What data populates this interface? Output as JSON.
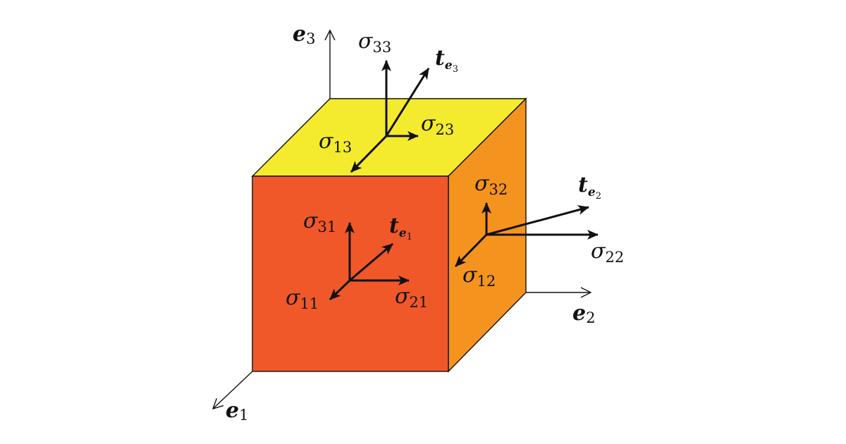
{
  "colors": {
    "face_front": "#F0582A",
    "face_top": "#F4EB2E",
    "face_side": "#F5931F",
    "edge": "#111111"
  },
  "axes": {
    "e1": {
      "symbol": "e",
      "sub": "1"
    },
    "e2": {
      "symbol": "e",
      "sub": "2"
    },
    "e3": {
      "symbol": "e",
      "sub": "3"
    }
  },
  "front_face": {
    "traction": {
      "symbol": "t",
      "sub": "e",
      "subsub": "1"
    },
    "sigma11": {
      "symbol": "σ",
      "sub": "11"
    },
    "sigma21": {
      "symbol": "σ",
      "sub": "21"
    },
    "sigma31": {
      "symbol": "σ",
      "sub": "31"
    }
  },
  "side_face": {
    "traction": {
      "symbol": "t",
      "sub": "e",
      "subsub": "2"
    },
    "sigma12": {
      "symbol": "σ",
      "sub": "12"
    },
    "sigma22": {
      "symbol": "σ",
      "sub": "22"
    },
    "sigma32": {
      "symbol": "σ",
      "sub": "32"
    }
  },
  "top_face": {
    "traction": {
      "symbol": "t",
      "sub": "e",
      "subsub": "3"
    },
    "sigma13": {
      "symbol": "σ",
      "sub": "13"
    },
    "sigma23": {
      "symbol": "σ",
      "sub": "23"
    },
    "sigma33": {
      "symbol": "σ",
      "sub": "33"
    }
  }
}
